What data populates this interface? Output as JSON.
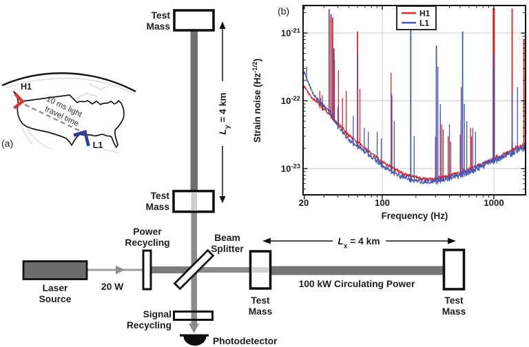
{
  "panel_a_label": "(a)",
  "panel_b_label": "(b)",
  "map": {
    "h1_label": "H1",
    "l1_label": "L1",
    "travel_line1": "10 ms light",
    "travel_line2": "travel time",
    "h1_color": "#e0362b",
    "l1_color": "#2c3ca3"
  },
  "diagram": {
    "test_mass_lines": [
      "Test",
      "Mass"
    ],
    "power_recycling_lines": [
      "Power",
      "Recycling"
    ],
    "signal_recycling_lines": [
      "Signal",
      "Recycling"
    ],
    "beam_splitter_lines": [
      "Beam",
      "Splitter"
    ],
    "laser_source_lines": [
      "Laser",
      "Source"
    ],
    "laser_power": "20 W",
    "circulating_power": "100 kW Circulating Power",
    "photodetector_label": "Photodetector",
    "ly_label": "*L*_{y} = 4 km",
    "lx_label": "*L*_{x} = 4 km"
  },
  "chart_data": {
    "type": "line",
    "xlabel": "Frequency (Hz)",
    "ylabel": "Strain noise (Hz^{-1/2})",
    "xscale": "log",
    "yscale": "log",
    "xlim": [
      19.5,
      1925
    ],
    "ylim": [
      4.1e-24,
      2.55e-21
    ],
    "grid": {
      "x": [
        100,
        1000
      ],
      "y": [
        1e-21,
        1e-22,
        1e-23
      ]
    },
    "xticks": {
      "major": [
        20,
        100,
        1000
      ],
      "labels": [
        "20",
        "100",
        "1000"
      ]
    },
    "yticks": {
      "major": [
        1e-21,
        1e-22,
        1e-23
      ],
      "labels": [
        "10^{-21}",
        "10^{-22}",
        "10^{-23}"
      ]
    },
    "legend": {
      "position": "top-center",
      "entries": [
        {
          "label": "H1",
          "color": "#dd2323"
        },
        {
          "label": "L1",
          "color": "#4356b8"
        }
      ]
    },
    "series": [
      {
        "name": "H1",
        "color": "#dd2323",
        "backbone_hz": [
          20,
          23,
          26,
          30,
          35,
          40,
          45,
          50,
          60,
          70,
          80,
          90,
          100,
          120,
          150,
          180,
          220,
          260,
          300,
          350,
          400,
          500,
          600,
          700,
          800,
          1000,
          1200,
          1500,
          1900
        ],
        "backbone_strain": [
          1.6e-22,
          1.15e-22,
          9.5e-23,
          7.5e-23,
          6e-23,
          4.6e-23,
          3.8e-23,
          3.1e-23,
          2.45e-23,
          2e-23,
          1.7e-23,
          1.45e-23,
          1.25e-23,
          1.05e-23,
          8.6e-24,
          7.8e-24,
          7.2e-24,
          7e-24,
          7.1e-24,
          7.4e-24,
          7.8e-24,
          8.8e-24,
          9.8e-24,
          1.08e-23,
          1.18e-23,
          1.4e-23,
          1.6e-23,
          1.9e-23,
          2.3e-23
        ],
        "spikes_hz": [
          27.5,
          29,
          34.7,
          35.9,
          37.3,
          40.5,
          44,
          47.5,
          60,
          63,
          120,
          122,
          180,
          300,
          331.5,
          341,
          352,
          390,
          410,
          500,
          508,
          620,
          630,
          989,
          1009,
          1460,
          1860,
          1922
        ],
        "spikes_peak": [
          1.4e-22,
          1.2e-22,
          1.9e-21,
          1.7e-21,
          4e-22,
          2.8e-22,
          1.1e-22,
          1.4e-22,
          1.05e-21,
          1.5e-22,
          2.6e-22,
          1.2e-22,
          4e-23,
          3e-23,
          6.5e-23,
          4.5e-23,
          3.8e-23,
          3e-23,
          2.5e-23,
          3.2e-23,
          5e-23,
          4e-23,
          3e-23,
          2.3e-21,
          2.3e-21,
          2.3e-21,
          8e-22,
          3.5e-22
        ]
      },
      {
        "name": "L1",
        "color": "#4356b8",
        "backbone_hz": [
          20,
          23,
          26,
          30,
          35,
          40,
          45,
          50,
          60,
          70,
          80,
          90,
          100,
          120,
          150,
          180,
          220,
          260,
          300,
          350,
          400,
          500,
          600,
          700,
          800,
          1000,
          1200,
          1500,
          1900
        ],
        "backbone_strain": [
          2.6e-22,
          1.5e-22,
          1.05e-22,
          8.5e-23,
          6.5e-23,
          4.2e-23,
          3.3e-23,
          2.7e-23,
          2.15e-23,
          1.8e-23,
          1.5e-23,
          1.3e-23,
          1.12e-23,
          9.2e-24,
          7.6e-24,
          6.9e-24,
          6.5e-24,
          6.4e-24,
          6.5e-24,
          6.8e-24,
          7.2e-24,
          8e-24,
          9e-24,
          1e-23,
          1.1e-23,
          1.3e-23,
          1.5e-23,
          1.75e-23,
          2.1e-23
        ],
        "spikes_hz": [
          21,
          28,
          33.4,
          36.9,
          40,
          55,
          60.4,
          69,
          75,
          90,
          98,
          120.5,
          128,
          180,
          193,
          305.5,
          315,
          331.8,
          400,
          510,
          525,
          545,
          572,
          648,
          685,
          985,
          1012,
          1455,
          1630,
          1923
        ],
        "spikes_peak": [
          3.2e-22,
          1.1e-22,
          2.25e-21,
          6e-22,
          8e-23,
          6e-23,
          5e-22,
          4e-23,
          3.5e-23,
          3.5e-23,
          2.8e-23,
          1.3e-22,
          5e-23,
          2.25e-21,
          3e-23,
          6.5e-22,
          3.2e-22,
          9e-23,
          4.5e-23,
          1.6e-22,
          1.05e-21,
          9e-23,
          5e-23,
          4e-23,
          3.5e-23,
          3e-22,
          5e-22,
          1.2e-22,
          1.6e-22,
          2.6e-22
        ]
      }
    ]
  }
}
